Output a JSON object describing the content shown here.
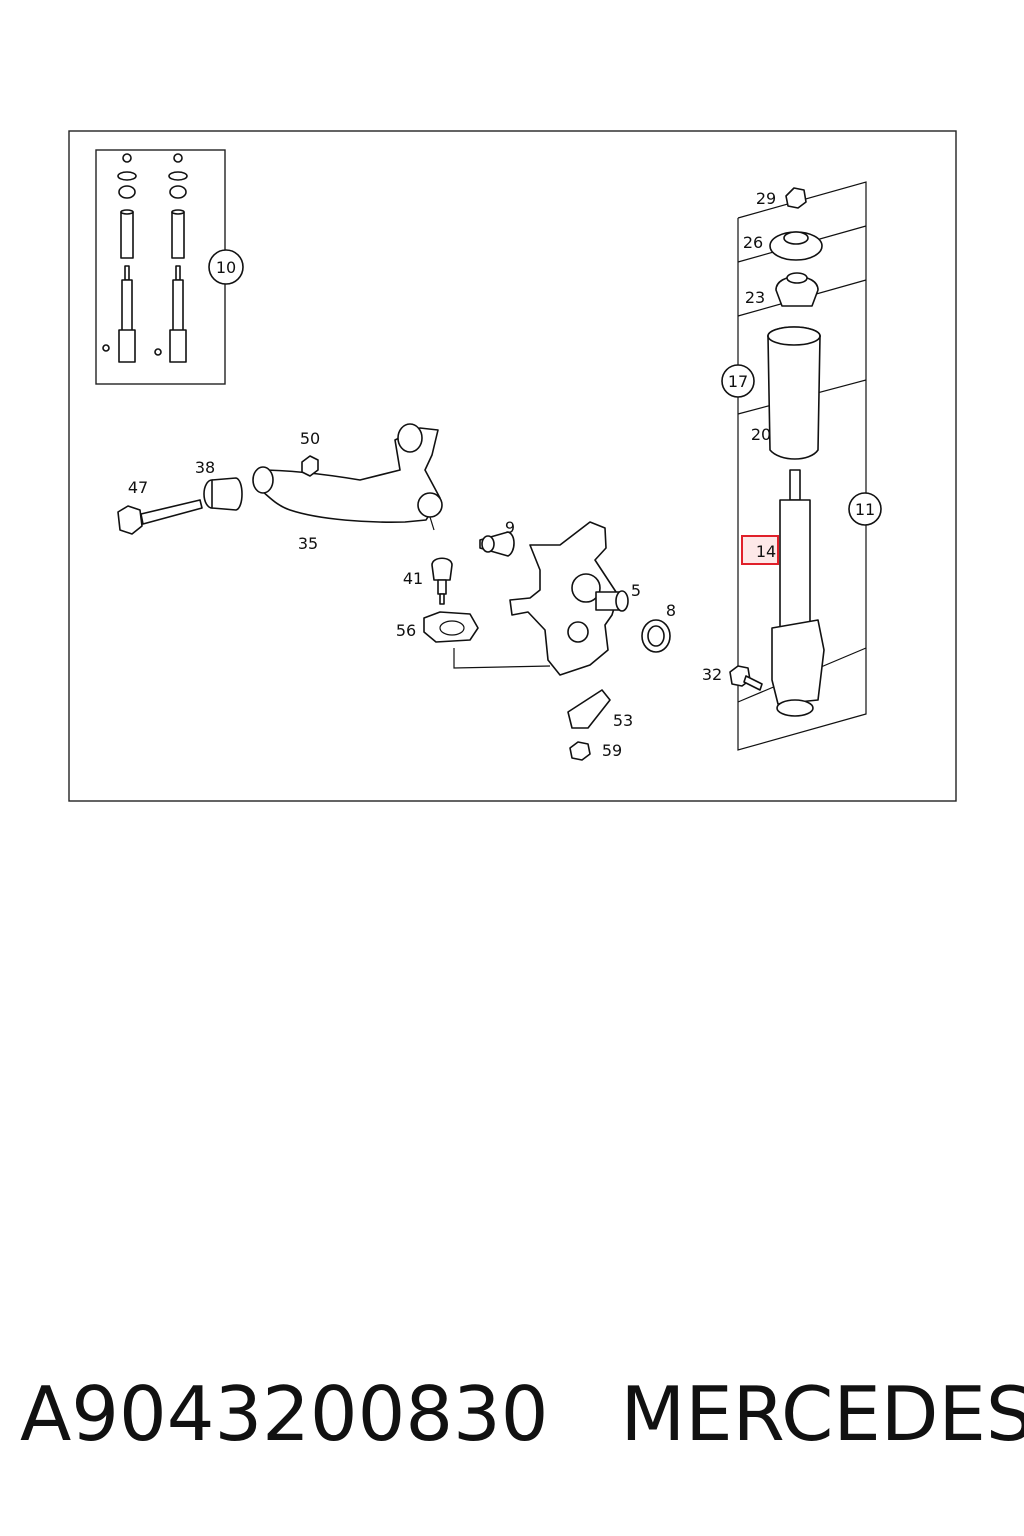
{
  "diagram": {
    "callouts": {
      "c10": "10",
      "c50": "50",
      "c38": "38",
      "c47": "47",
      "c35": "35",
      "c9": "9",
      "c41": "41",
      "c5": "5",
      "c8": "8",
      "c56": "56",
      "c53": "53",
      "c59": "59",
      "c29": "29",
      "c26": "26",
      "c23": "23",
      "c17": "17",
      "c20": "20",
      "c11": "11",
      "c14": "14",
      "c32": "32"
    },
    "highlight_color": "#e0202a"
  },
  "footer": {
    "part_number": "A9043200830",
    "brand": "MERCEDES"
  }
}
